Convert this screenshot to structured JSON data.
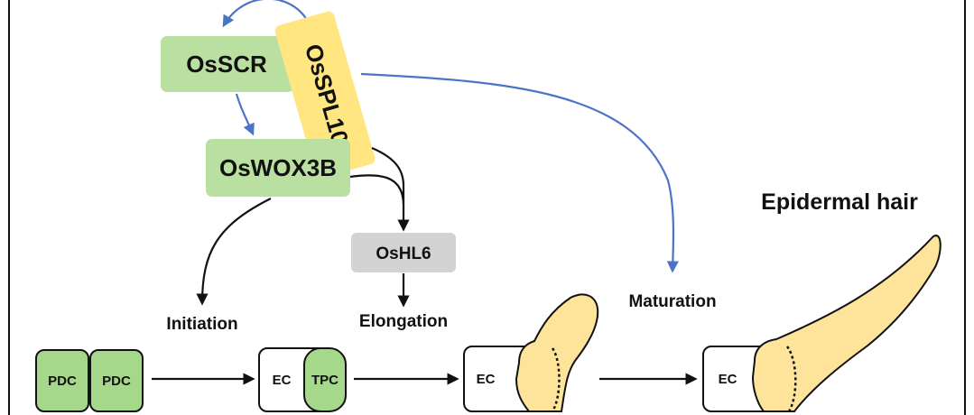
{
  "colors": {
    "gene_green": "#b9e0a0",
    "gene_yellow": "#ffe680",
    "gray_box": "#d3d3d3",
    "cell_green": "#a6d88c",
    "hair_yellow": "#fde49a",
    "blue_arrow": "#4a74c4",
    "black": "#111111"
  },
  "genes": {
    "osscr": "OsSCR",
    "osspl10": "OsSPL10",
    "oswox3b": "OsWOX3B",
    "oshl6": "OsHL6"
  },
  "stages": {
    "initiation": "Initiation",
    "elongation": "Elongation",
    "maturation": "Maturation"
  },
  "title": "Epidermal hair",
  "cells": {
    "pdc1": "PDC",
    "pdc2": "PDC",
    "ec_stage2": "EC",
    "tpc": "TPC",
    "ec_stage3": "EC",
    "ec_stage4": "EC"
  }
}
